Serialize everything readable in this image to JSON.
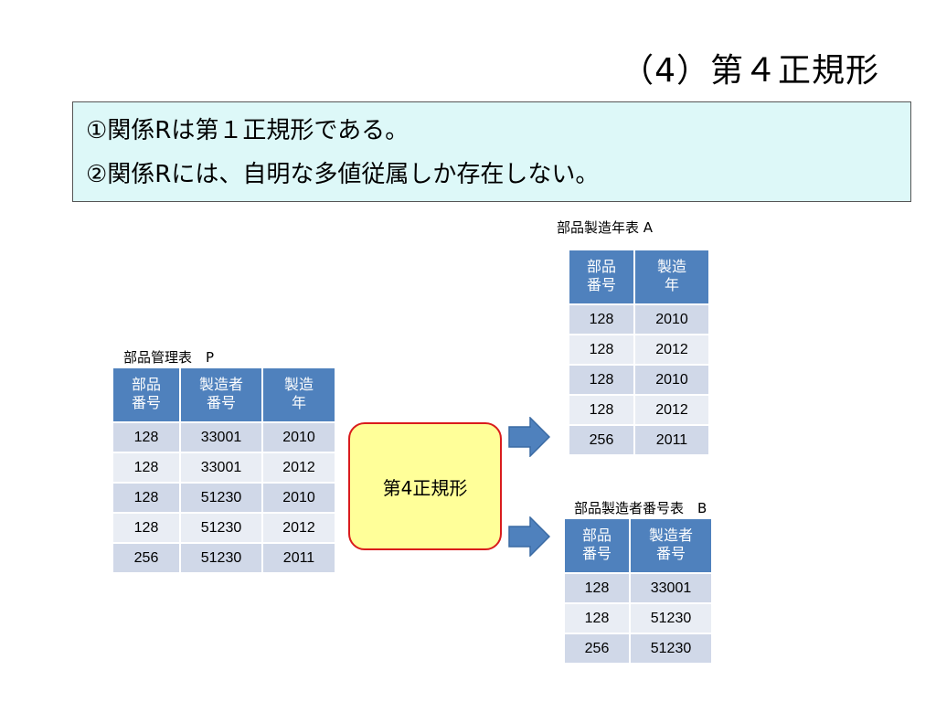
{
  "title": "（4）第４正規形",
  "rules": {
    "line1": "①関係Rは第１正規形である。",
    "line2": "②関係Rには、自明な多値従属しか存在しない。"
  },
  "table_p": {
    "caption": "部品管理表　P",
    "headers": [
      [
        "部品",
        "番号"
      ],
      [
        "製造者",
        "番号"
      ],
      [
        "製造",
        "年"
      ]
    ],
    "rows": [
      [
        "128",
        "33001",
        "2010"
      ],
      [
        "128",
        "33001",
        "2012"
      ],
      [
        "128",
        "51230",
        "2010"
      ],
      [
        "128",
        "51230",
        "2012"
      ],
      [
        "256",
        "51230",
        "2011"
      ]
    ]
  },
  "center_label": "第4正規形",
  "table_a": {
    "caption": "部品製造年表 A",
    "headers": [
      [
        "部品",
        "番号"
      ],
      [
        "製造",
        "年"
      ]
    ],
    "rows": [
      [
        "128",
        "2010"
      ],
      [
        "128",
        "2012"
      ],
      [
        "128",
        "2010"
      ],
      [
        "128",
        "2012"
      ],
      [
        "256",
        "2011"
      ]
    ]
  },
  "table_b": {
    "caption": "部品製造者番号表　B",
    "headers": [
      [
        "部品",
        "番号"
      ],
      [
        "製造者",
        "番号"
      ]
    ],
    "rows": [
      [
        "128",
        "33001"
      ],
      [
        "128",
        "51230"
      ],
      [
        "256",
        "51230"
      ]
    ]
  },
  "colors": {
    "header_bg": "#4f81bd",
    "row_odd": "#d0d8e8",
    "row_even": "#e9edf4",
    "rule_box_bg": "#ddf8f8",
    "center_box_bg": "#ffff99",
    "center_box_border": "#d91c1c",
    "arrow_fill": "#4f81bd"
  }
}
